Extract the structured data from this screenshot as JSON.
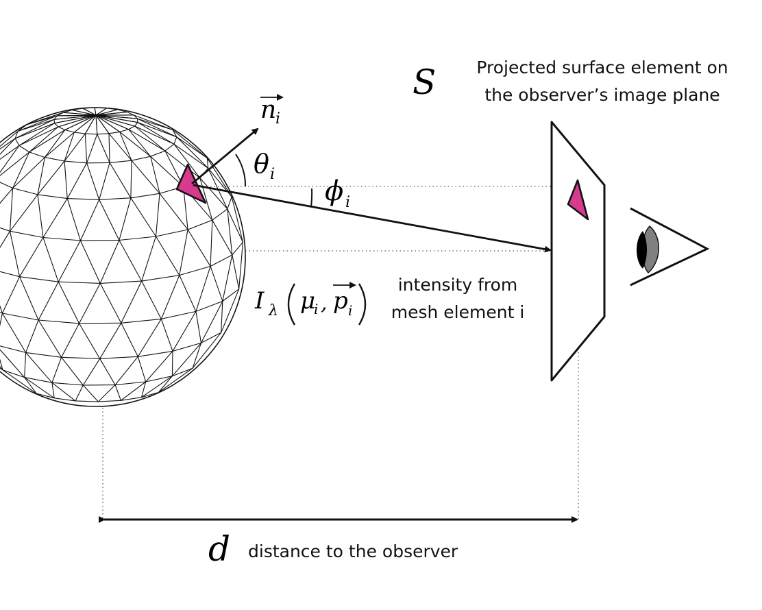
{
  "labels": {
    "surface_symbol": "S",
    "surface_caption_line1": "Projected surface element on",
    "surface_caption_line2": "the observer’s image plane",
    "normal_symbol": "n",
    "normal_subscript": "i",
    "theta_symbol": "θ",
    "theta_subscript": "i",
    "phi_symbol": "ϕ",
    "phi_subscript": "i",
    "intensity_I": "I",
    "intensity_lambda": "λ",
    "intensity_mu": "μ",
    "intensity_mu_sub": "i",
    "intensity_p": "p",
    "intensity_p_sub": "i",
    "intensity_caption_line1": "intensity from",
    "intensity_caption_line2": "mesh element i",
    "distance_symbol": "d",
    "distance_caption": "distance to the observer"
  },
  "colors": {
    "mesh_element": "#d63b8f",
    "stroke": "#111111",
    "eye_iris": "#808080",
    "eye_pupil": "#000000"
  }
}
